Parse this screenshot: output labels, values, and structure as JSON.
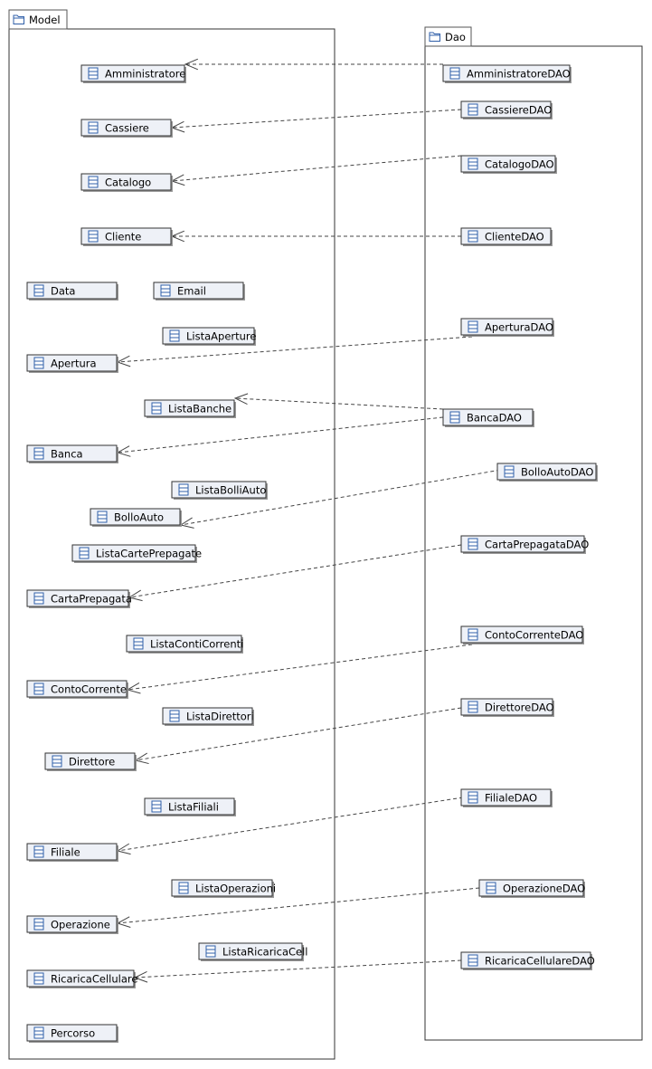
{
  "packages": [
    {
      "id": "model",
      "name": "Model"
    },
    {
      "id": "dao",
      "name": "Dao"
    }
  ],
  "classes": [
    {
      "id": "Amministratore",
      "label": "Amministratore",
      "pkg": "model"
    },
    {
      "id": "Cassiere",
      "label": "Cassiere",
      "pkg": "model"
    },
    {
      "id": "Catalogo",
      "label": "Catalogo",
      "pkg": "model"
    },
    {
      "id": "Cliente",
      "label": "Cliente",
      "pkg": "model"
    },
    {
      "id": "Data",
      "label": "Data",
      "pkg": "model"
    },
    {
      "id": "Email",
      "label": "Email",
      "pkg": "model"
    },
    {
      "id": "ListaAperture",
      "label": "ListaAperture",
      "pkg": "model"
    },
    {
      "id": "Apertura",
      "label": "Apertura",
      "pkg": "model"
    },
    {
      "id": "ListaBanche",
      "label": "ListaBanche",
      "pkg": "model"
    },
    {
      "id": "Banca",
      "label": "Banca",
      "pkg": "model"
    },
    {
      "id": "ListaBolliAuto",
      "label": "ListaBolliAuto",
      "pkg": "model"
    },
    {
      "id": "BolloAuto",
      "label": "BolloAuto",
      "pkg": "model"
    },
    {
      "id": "ListaCartePrepagate",
      "label": "ListaCartePrepagate",
      "pkg": "model"
    },
    {
      "id": "CartaPrepagata",
      "label": "CartaPrepagata",
      "pkg": "model"
    },
    {
      "id": "ListaContiCorrenti",
      "label": "ListaContiCorrenti",
      "pkg": "model"
    },
    {
      "id": "ContoCorrente",
      "label": "ContoCorrente",
      "pkg": "model"
    },
    {
      "id": "ListaDirettori",
      "label": "ListaDirettori",
      "pkg": "model"
    },
    {
      "id": "Direttore",
      "label": "Direttore",
      "pkg": "model"
    },
    {
      "id": "ListaFiliali",
      "label": "ListaFiliali",
      "pkg": "model"
    },
    {
      "id": "Filiale",
      "label": "Filiale",
      "pkg": "model"
    },
    {
      "id": "ListaOperazioni",
      "label": "ListaOperazioni",
      "pkg": "model"
    },
    {
      "id": "Operazione",
      "label": "Operazione",
      "pkg": "model"
    },
    {
      "id": "ListaRicaricaCell",
      "label": "ListaRicaricaCell",
      "pkg": "model"
    },
    {
      "id": "RicaricaCellulare",
      "label": "RicaricaCellulare",
      "pkg": "model"
    },
    {
      "id": "Percorso",
      "label": "Percorso",
      "pkg": "model"
    },
    {
      "id": "AmministratoreDAO",
      "label": "AmministratoreDAO",
      "pkg": "dao"
    },
    {
      "id": "CassiereDAO",
      "label": "CassiereDAO",
      "pkg": "dao"
    },
    {
      "id": "CatalogoDAO",
      "label": "CatalogoDAO",
      "pkg": "dao"
    },
    {
      "id": "ClienteDAO",
      "label": "ClienteDAO",
      "pkg": "dao"
    },
    {
      "id": "AperturaDAO",
      "label": "AperturaDAO",
      "pkg": "dao"
    },
    {
      "id": "BancaDAO",
      "label": "BancaDAO",
      "pkg": "dao"
    },
    {
      "id": "BolloAutoDAO",
      "label": "BolloAutoDAO",
      "pkg": "dao"
    },
    {
      "id": "CartaPrepagataDAO",
      "label": "CartaPrepagataDAO",
      "pkg": "dao"
    },
    {
      "id": "ContoCorrenteDAO",
      "label": "ContoCorrenteDAO",
      "pkg": "dao"
    },
    {
      "id": "DirettoreDAO",
      "label": "DirettoreDAO",
      "pkg": "dao"
    },
    {
      "id": "FilialeDAO",
      "label": "FilialeDAO",
      "pkg": "dao"
    },
    {
      "id": "OperazioneDAO",
      "label": "OperazioneDAO",
      "pkg": "dao"
    },
    {
      "id": "RicaricaCellulareDAO",
      "label": "RicaricaCellulareDAO",
      "pkg": "dao"
    }
  ],
  "dependencies": [
    {
      "from": "AmministratoreDAO",
      "to": "Amministratore"
    },
    {
      "from": "CassiereDAO",
      "to": "Cassiere"
    },
    {
      "from": "CatalogoDAO",
      "to": "Catalogo"
    },
    {
      "from": "ClienteDAO",
      "to": "Cliente"
    },
    {
      "from": "AperturaDAO",
      "to": "Apertura"
    },
    {
      "from": "BancaDAO",
      "to": "ListaBanche"
    },
    {
      "from": "BancaDAO",
      "to": "Banca"
    },
    {
      "from": "BolloAutoDAO",
      "to": "BolloAuto"
    },
    {
      "from": "CartaPrepagataDAO",
      "to": "CartaPrepagata"
    },
    {
      "from": "ContoCorrenteDAO",
      "to": "ContoCorrente"
    },
    {
      "from": "DirettoreDAO",
      "to": "Direttore"
    },
    {
      "from": "FilialeDAO",
      "to": "Filiale"
    },
    {
      "from": "OperazioneDAO",
      "to": "Operazione"
    },
    {
      "from": "RicaricaCellulareDAO",
      "to": "RicaricaCellulare"
    }
  ],
  "icons": {
    "package": "folder-icon",
    "class": "class-icon"
  }
}
